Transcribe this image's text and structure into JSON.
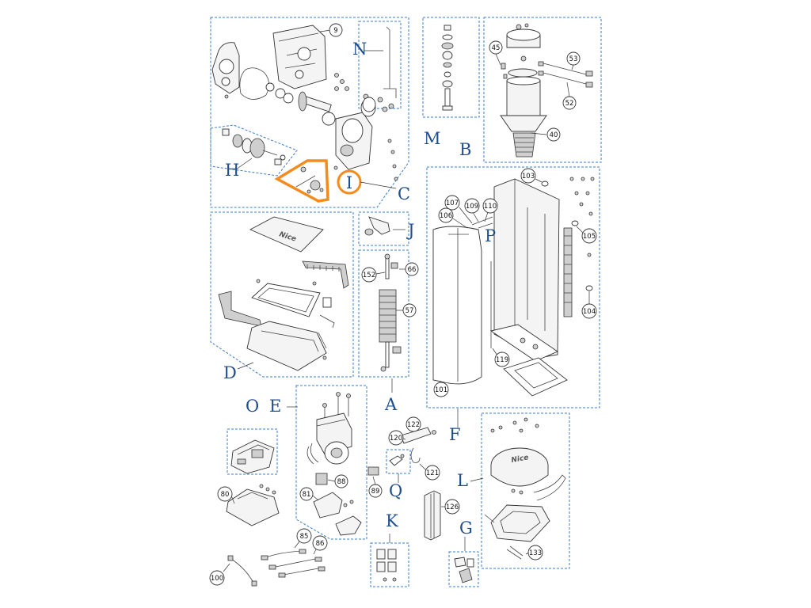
{
  "groups": {
    "A": "A",
    "B": "B",
    "C": "C",
    "D": "D",
    "E": "E",
    "F": "F",
    "G": "G",
    "H": "H",
    "I": "I",
    "J": "J",
    "K": "K",
    "L": "L",
    "M": "M",
    "N": "N",
    "O": "O",
    "P": "P",
    "Q": "Q"
  },
  "parts": {
    "p9": "9",
    "p40": "40",
    "p45": "45",
    "p52": "52",
    "p53": "53",
    "p57": "57",
    "p66": "66",
    "p80": "80",
    "p81": "81",
    "p85": "85",
    "p86": "86",
    "p88": "88",
    "p89": "89",
    "p100": "100",
    "p101": "101",
    "p103": "103",
    "p104": "104",
    "p105": "105",
    "p106": "106",
    "p107": "107",
    "p109": "109",
    "p110": "110",
    "p119": "119",
    "p120": "120",
    "p121": "121",
    "p122": "122",
    "p126": "126",
    "p133": "133",
    "p152": "152"
  },
  "logo_text": "Nice",
  "colors": {
    "box_outline": "#3a7bc8",
    "group_letter": "#1f4e8c",
    "highlight": "#f28c1e"
  }
}
